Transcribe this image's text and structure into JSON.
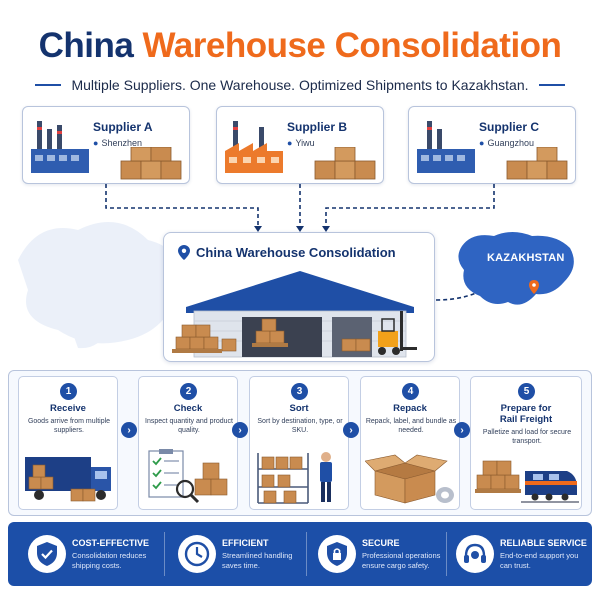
{
  "header": {
    "title_part1": "China",
    "title_part2": "Warehouse Consolidation",
    "subtitle": "Multiple Suppliers. One Warehouse. Optimized Shipments to Kazakhstan."
  },
  "suppliers": [
    {
      "name": "Supplier A",
      "city": "Shenzhen"
    },
    {
      "name": "Supplier B",
      "city": "Yiwu"
    },
    {
      "name": "Supplier C",
      "city": "Guangzhou"
    }
  ],
  "hub": {
    "title": "China Warehouse Consolidation"
  },
  "destination": {
    "label": "KAZAKHSTAN"
  },
  "steps": [
    {
      "number": "1",
      "title": "Receive",
      "desc": "Goods arrive from multiple suppliers."
    },
    {
      "number": "2",
      "title": "Check",
      "desc": "Inspect quantity and product quality."
    },
    {
      "number": "3",
      "title": "Sort",
      "desc": "Sort by destination, type, or SKU."
    },
    {
      "number": "4",
      "title": "Repack",
      "desc": "Repack, label, and bundle as needed."
    },
    {
      "number": "5",
      "title": "Prepare for Rail Freight",
      "desc": "Palletize and load for secure transport."
    }
  ],
  "benefits": [
    {
      "title": "COST-EFFECTIVE",
      "desc": "Consolidation reduces shipping costs.",
      "icon": "shield-check-icon"
    },
    {
      "title": "EFFICIENT",
      "desc": "Streamlined handling saves time.",
      "icon": "clock-icon"
    },
    {
      "title": "SECURE",
      "desc": "Professional operations ensure cargo safety.",
      "icon": "lock-shield-icon"
    },
    {
      "title": "RELIABLE SERVICE",
      "desc": "End-to-end support you can trust.",
      "icon": "headset-icon"
    }
  ],
  "colors": {
    "navy": "#14336e",
    "orange": "#ef6a1c",
    "blue": "#1f4fa6",
    "banner": "#1c4fa8"
  }
}
